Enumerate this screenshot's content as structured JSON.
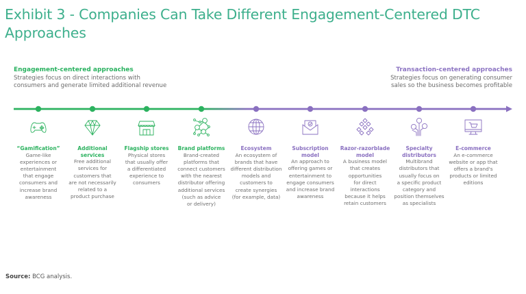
{
  "title": "Exhibit 3 - Companies Can Take Different Engagement-Centered DTC Approaches",
  "left_group": {
    "heading": "Engagement-centered approaches",
    "line1": "Strategies focus on direct interactions with",
    "line2": "consumers and generate limited additional revenue"
  },
  "right_group": {
    "heading": "Transaction-centered approaches",
    "line1": "Strategies focus on generating consumer",
    "line2": "sales so the business becomes profitable"
  },
  "colors": {
    "green": "#2cb25f",
    "purple": "#8a70c0",
    "title": "#3daf8c"
  },
  "approaches": [
    {
      "name": "“Gamification”",
      "icon": "game-controller-icon",
      "group": "engagement",
      "desc": [
        "Game-like",
        "experiences or",
        "entertainment",
        "that engage",
        "consumers and",
        "increase brand",
        "awareness"
      ]
    },
    {
      "name": "Additional services",
      "name_lines": [
        "Additional",
        "services"
      ],
      "icon": "diamond-icon",
      "group": "engagement",
      "desc": [
        "Free additional",
        "services for",
        "customers that",
        "are not necessarily",
        "related to a",
        "product purchase"
      ]
    },
    {
      "name": "Flagship stores",
      "icon": "storefront-icon",
      "group": "engagement",
      "desc": [
        "Physical stores",
        "that usually offer",
        "a differentiated",
        "experience to",
        "consumers"
      ]
    },
    {
      "name": "Brand platforms",
      "icon": "network-people-icon",
      "group": "engagement",
      "desc": [
        "Brand-created",
        "platforms that",
        "connect customers",
        "with the nearest",
        "distributor offering",
        "additional services",
        "(such as advice",
        "or delivery)"
      ]
    },
    {
      "name": "Ecosystem",
      "icon": "globe-icon",
      "group": "transaction",
      "desc": [
        "An ecosystem of",
        "brands that have",
        "different distribution",
        "models and",
        "customers to",
        "create synergies",
        "(for example, data)"
      ]
    },
    {
      "name": "Subscription model",
      "name_lines": [
        "Subscription",
        "model"
      ],
      "icon": "envelope-check-icon",
      "group": "transaction",
      "desc": [
        "An approach to",
        "offering games or",
        "entertainment to",
        "engage consumers",
        "and increase brand",
        "awareness"
      ]
    },
    {
      "name": "Razor-razorblade model",
      "name_lines": [
        "Razor-razorblade",
        "model"
      ],
      "icon": "diamond-grid-icon",
      "group": "transaction",
      "desc": [
        "A business model",
        "that creates",
        "opportunities",
        "for direct",
        "interactions",
        "because it helps",
        "retain customers"
      ]
    },
    {
      "name": "Specialty distributors",
      "name_lines": [
        "Specialty",
        "distributors"
      ],
      "icon": "distribution-tree-icon",
      "group": "transaction",
      "desc": [
        "Multibrand",
        "distributors that",
        "usually focus on",
        "a specific product",
        "category and",
        "position themselves",
        "as specialists"
      ]
    },
    {
      "name": "E-commerce",
      "icon": "monitor-cart-icon",
      "group": "transaction",
      "desc": [
        "An e-commerce",
        "website or app that",
        "offers a brand's",
        "products or limited",
        "editions"
      ]
    }
  ],
  "source": {
    "label": "Source:",
    "text": "BCG analysis."
  }
}
